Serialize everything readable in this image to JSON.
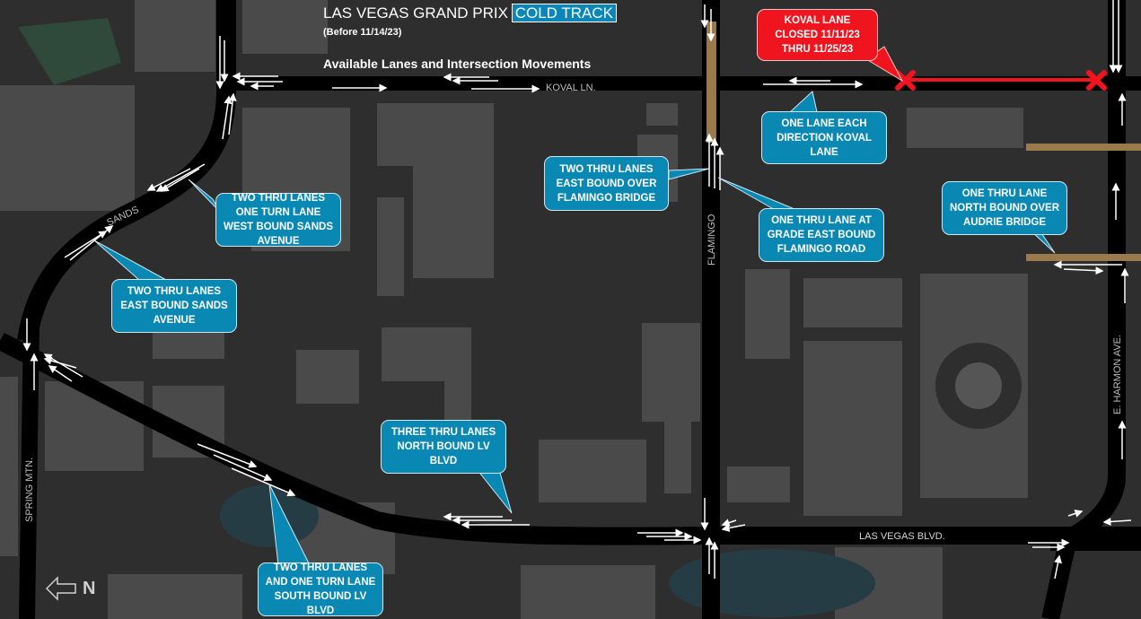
{
  "header": {
    "title": "LAS VEGAS GRAND PRIX",
    "title_highlight": "COLD TRACK",
    "subtitle": "(Before 11/14/23)",
    "description": "Available Lanes and Intersection Movements"
  },
  "colors": {
    "callout_blue": "#0a88b4",
    "callout_red": "#f0141e",
    "bridge": "#9a7a4a",
    "road": "#000000",
    "building": "#4a4a4a",
    "background": "#2e2e2e",
    "closure_line": "#f0141e"
  },
  "road_labels": {
    "koval": "KOVAL LN.",
    "sands": "SANDS",
    "flamingo": "FLAMINGO",
    "harmon": "E. HARMON AVE.",
    "spring_mtn": "SPRING MTN.",
    "lv_blvd": "LAS VEGAS BLVD."
  },
  "callouts": [
    {
      "id": "koval-closed",
      "text": "KOVAL LANE CLOSED 11/11/23 THRU 11/25/23",
      "style": "red"
    },
    {
      "id": "koval-one-lane",
      "text": "ONE LANE EACH DIRECTION KOVAL LANE",
      "style": "blue"
    },
    {
      "id": "flamingo-bridge",
      "text": "TWO THRU LANES EAST BOUND OVER FLAMINGO BRIDGE",
      "style": "blue"
    },
    {
      "id": "flamingo-grade",
      "text": "ONE THRU LANE AT GRADE EAST BOUND FLAMINGO ROAD",
      "style": "blue"
    },
    {
      "id": "audrie-bridge",
      "text": "ONE THRU LANE NORTH BOUND OVER AUDRIE BRIDGE",
      "style": "blue"
    },
    {
      "id": "sands-westbound",
      "text": "TWO THRU LANES ONE TURN LANE WEST BOUND SANDS AVENUE",
      "style": "blue"
    },
    {
      "id": "sands-eastbound",
      "text": "TWO THRU LANES EAST BOUND SANDS AVENUE",
      "style": "blue"
    },
    {
      "id": "lvblvd-northbound",
      "text": "THREE THRU LANES NORTH BOUND LV BLVD",
      "style": "blue"
    },
    {
      "id": "lvblvd-southbound",
      "text": "TWO THRU LANES AND ONE TURN LANE SOUTH BOUND LV BLVD",
      "style": "blue"
    }
  ],
  "closures": [
    {
      "road": "Koval Ln.",
      "markers": 2,
      "marker_icon": "x-icon"
    }
  ],
  "compass": {
    "label": "N",
    "icon": "left-arrow-outline-icon"
  }
}
